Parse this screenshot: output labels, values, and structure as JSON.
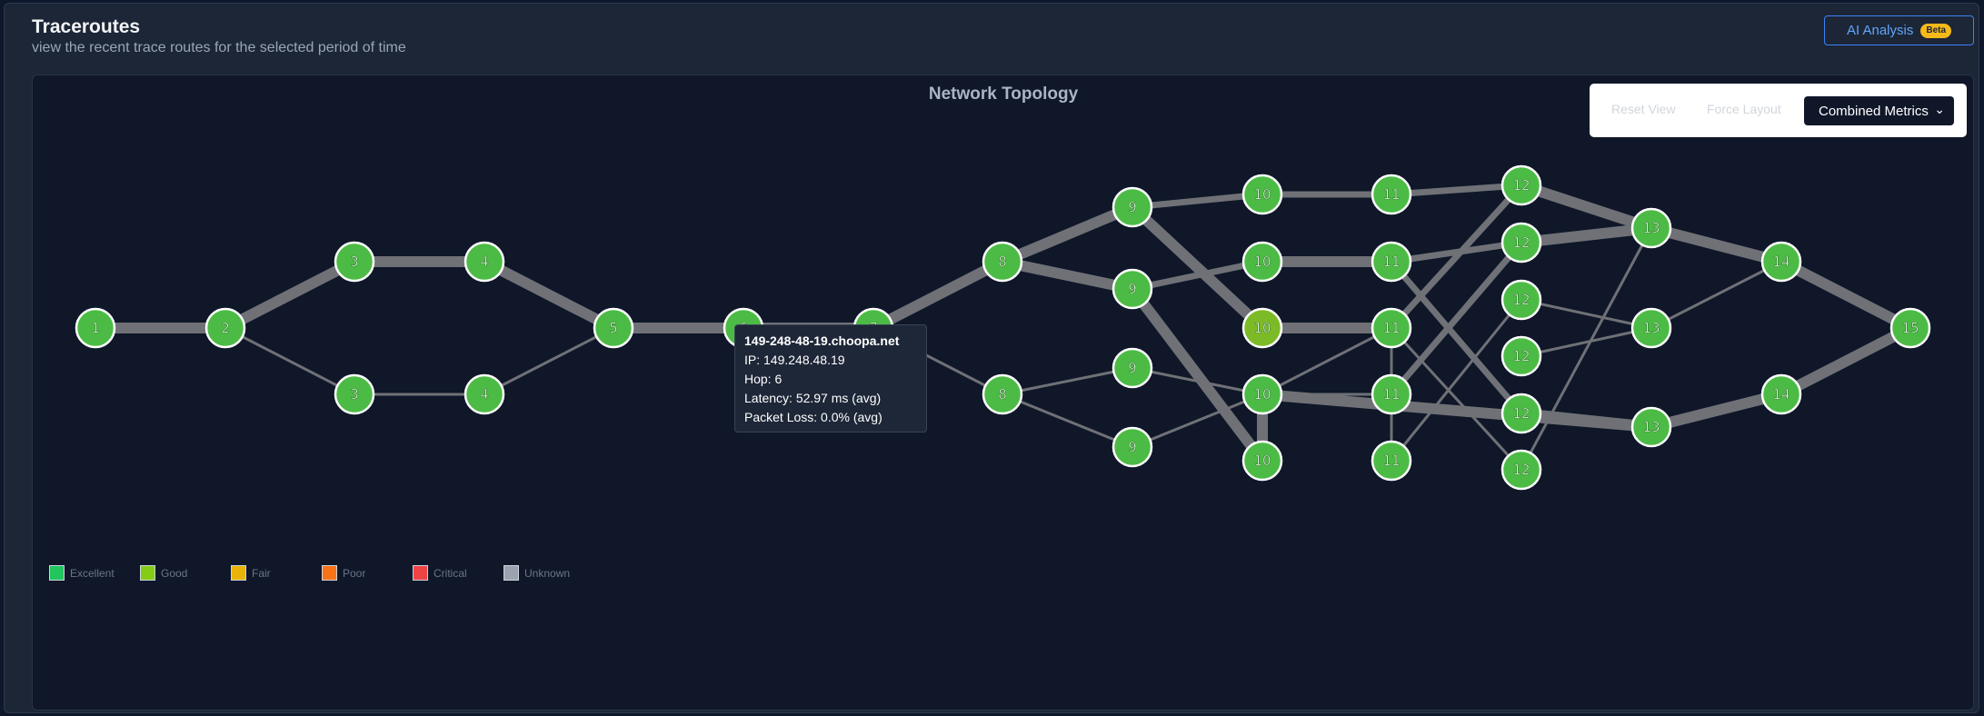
{
  "header": {
    "title": "Traceroutes",
    "subtitle": "view the recent trace routes for the selected period of time",
    "ai_button": "AI Analysis",
    "ai_badge": "Beta"
  },
  "topology": {
    "title": "Network Topology",
    "controls": {
      "reset_label": "Reset View",
      "force_label": "Force Layout",
      "metric_selected": "Combined Metrics"
    },
    "tooltip": {
      "hostname": "149-248-48-19.choopa.net",
      "ip": "IP: 149.248.48.19",
      "hop": "Hop: 6",
      "latency": "Latency: 52.97 ms (avg)",
      "loss": "Packet Loss: 0.0% (avg)"
    },
    "legend": [
      {
        "label": "Excellent",
        "color": "#22c55e"
      },
      {
        "label": "Good",
        "color": "#84cc16"
      },
      {
        "label": "Fair",
        "color": "#eab308"
      },
      {
        "label": "Poor",
        "color": "#f97316"
      },
      {
        "label": "Critical",
        "color": "#ef4444"
      },
      {
        "label": "Unknown",
        "color": "#9ca3af"
      }
    ],
    "colors": {
      "node": "#4cbb45",
      "node_good": "#7dbb26",
      "edge": "#6f7176"
    },
    "nodes": [
      {
        "id": "n1",
        "label": "1"
      },
      {
        "id": "n2",
        "label": "2"
      },
      {
        "id": "n3a",
        "label": "3"
      },
      {
        "id": "n3b",
        "label": "3"
      },
      {
        "id": "n4a",
        "label": "4"
      },
      {
        "id": "n4b",
        "label": "4"
      },
      {
        "id": "n5",
        "label": "5"
      },
      {
        "id": "n6",
        "label": "6"
      },
      {
        "id": "n7a",
        "label": "7"
      },
      {
        "id": "n8a",
        "label": "8"
      },
      {
        "id": "n8b",
        "label": "8"
      },
      {
        "id": "n9a",
        "label": "9"
      },
      {
        "id": "n9b",
        "label": "9"
      },
      {
        "id": "n9c",
        "label": "9"
      },
      {
        "id": "n9d",
        "label": "9"
      },
      {
        "id": "n10a",
        "label": "10"
      },
      {
        "id": "n10b",
        "label": "10"
      },
      {
        "id": "n10c",
        "label": "10",
        "quality": "good"
      },
      {
        "id": "n10d",
        "label": "10"
      },
      {
        "id": "n10e",
        "label": "10"
      },
      {
        "id": "n11a",
        "label": "11"
      },
      {
        "id": "n11b",
        "label": "11"
      },
      {
        "id": "n11c",
        "label": "11"
      },
      {
        "id": "n11d",
        "label": "11"
      },
      {
        "id": "n11e",
        "label": "11"
      },
      {
        "id": "n12a",
        "label": "12"
      },
      {
        "id": "n12b",
        "label": "12"
      },
      {
        "id": "n12c",
        "label": "12"
      },
      {
        "id": "n12d",
        "label": "12"
      },
      {
        "id": "n12e",
        "label": "12"
      },
      {
        "id": "n12f",
        "label": "12"
      },
      {
        "id": "n13a",
        "label": "13"
      },
      {
        "id": "n13b",
        "label": "13"
      },
      {
        "id": "n13c",
        "label": "13"
      },
      {
        "id": "n14a",
        "label": "14"
      },
      {
        "id": "n14b",
        "label": "14"
      },
      {
        "id": "n15",
        "label": "15"
      }
    ],
    "edges": [
      [
        "n1",
        "n2",
        "heavy"
      ],
      [
        "n2",
        "n3a",
        "heavy"
      ],
      [
        "n2",
        "n3b",
        "thin"
      ],
      [
        "n3a",
        "n4a",
        "heavy"
      ],
      [
        "n3b",
        "n4b",
        "thin"
      ],
      [
        "n4a",
        "n5",
        "heavy"
      ],
      [
        "n4b",
        "n5",
        "thin"
      ],
      [
        "n5",
        "n6",
        "heavy"
      ],
      [
        "n6",
        "n7a",
        "heavy"
      ],
      [
        "n7a",
        "n8a",
        "heavy"
      ],
      [
        "n7a",
        "n8b",
        "thin"
      ],
      [
        "n8a",
        "n9a",
        "heavy"
      ],
      [
        "n8a",
        "n9b",
        "heavy"
      ],
      [
        "n8b",
        "n9c",
        "thin"
      ],
      [
        "n8b",
        "n9d",
        "thin"
      ],
      [
        "n9a",
        "n10a",
        "mid"
      ],
      [
        "n9a",
        "n10c",
        "heavy"
      ],
      [
        "n9b",
        "n10b",
        "mid"
      ],
      [
        "n9b",
        "n10e",
        "heavy"
      ],
      [
        "n9c",
        "n10d",
        "thin"
      ],
      [
        "n9d",
        "n10d",
        "thin"
      ],
      [
        "n10a",
        "n11a",
        "mid"
      ],
      [
        "n10b",
        "n11b",
        "heavy"
      ],
      [
        "n10c",
        "n11c",
        "heavy"
      ],
      [
        "n10d",
        "n11d",
        "thin"
      ],
      [
        "n10d",
        "n10e",
        "heavy"
      ],
      [
        "n10d",
        "n11c",
        "thin"
      ],
      [
        "n10d",
        "n13c",
        "heavy"
      ],
      [
        "n11a",
        "n12a",
        "mid"
      ],
      [
        "n11b",
        "n12b",
        "mid"
      ],
      [
        "n11b",
        "n12e",
        "mid"
      ],
      [
        "n11c",
        "n12a",
        "mid"
      ],
      [
        "n11c",
        "n11d",
        "thin"
      ],
      [
        "n11c",
        "n12f",
        "thin"
      ],
      [
        "n11d",
        "n12b",
        "mid"
      ],
      [
        "n11d",
        "n11e",
        "thin"
      ],
      [
        "n11e",
        "n12c",
        "thin"
      ],
      [
        "n12a",
        "n13a",
        "heavy"
      ],
      [
        "n12b",
        "n13a",
        "heavy"
      ],
      [
        "n12c",
        "n13b",
        "thin"
      ],
      [
        "n12d",
        "n13b",
        "thin"
      ],
      [
        "n12f",
        "n13a",
        "thin"
      ],
      [
        "n12e",
        "n13c",
        "heavy"
      ],
      [
        "n13a",
        "n14a",
        "heavy"
      ],
      [
        "n13b",
        "n14a",
        "thin"
      ],
      [
        "n13c",
        "n14b",
        "heavy"
      ],
      [
        "n14a",
        "n15",
        "heavy"
      ],
      [
        "n14b",
        "n15",
        "heavy"
      ]
    ]
  }
}
